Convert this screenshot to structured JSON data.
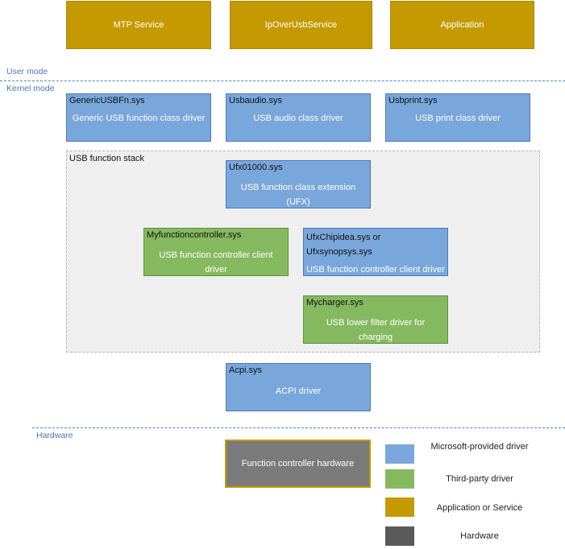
{
  "top_services": [
    {
      "label": "MTP Service"
    },
    {
      "label": "IpOverUsbService"
    },
    {
      "label": "Application"
    }
  ],
  "modes": {
    "user": "User mode",
    "kernel": "Kernel mode",
    "hardware": "Hardware"
  },
  "class_drivers": [
    {
      "title": "GenericUSBFn.sys",
      "desc": "Generic USB function class driver"
    },
    {
      "title": "Usbaudio.sys",
      "desc": "USB audio class driver"
    },
    {
      "title": "Usbprint.sys",
      "desc": "USB print class driver"
    }
  ],
  "stack": {
    "label": "USB function stack",
    "ufx": {
      "title": "Ufx01000.sys",
      "desc": "USB function class extension (UFX)"
    },
    "myfunc": {
      "title": "Myfunctioncontroller.sys",
      "desc": "USB function controller client driver"
    },
    "ufxchip": {
      "title": "UfxChipidea.sys or Ufxsynopsys.sys",
      "desc": "USB function controller client driver"
    },
    "mycharger": {
      "title": "Mycharger.sys",
      "desc": "USB lower filter driver for charging"
    }
  },
  "acpi": {
    "title": "Acpi.sys",
    "desc": "ACPI driver"
  },
  "hardware_box": {
    "label": "Function controller hardware"
  },
  "legend": [
    {
      "label": "Microsoft-provided driver",
      "color": "#7aa7db"
    },
    {
      "label": "Third-party driver",
      "color": "#85b960"
    },
    {
      "label": "Application or Service",
      "color": "#c49a00"
    },
    {
      "label": "Hardware",
      "color": "#5a5a5a"
    }
  ],
  "colors": {
    "microsoft": "#7aa7db",
    "third_party": "#85b960",
    "application": "#c49a00",
    "hardware": "#5a5a5a",
    "mode_line": "#4a86c5"
  }
}
